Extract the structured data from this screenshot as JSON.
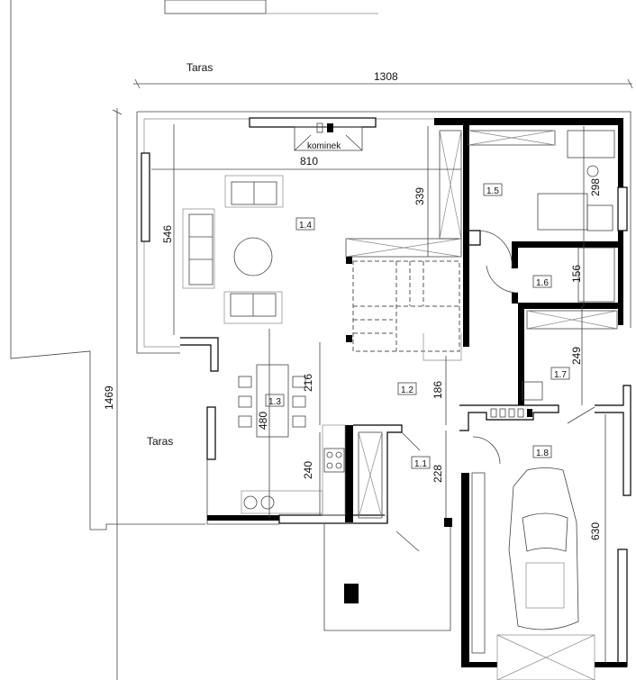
{
  "plan": {
    "terrace_labels": [
      "Taras",
      "Taras"
    ],
    "fireplace_label": "kominek",
    "overall_dimensions": {
      "width": "1308",
      "depth": "1469"
    },
    "rooms": [
      {
        "id": "1.1"
      },
      {
        "id": "1.2"
      },
      {
        "id": "1.3"
      },
      {
        "id": "1.4"
      },
      {
        "id": "1.5"
      },
      {
        "id": "1.6"
      },
      {
        "id": "1.7"
      },
      {
        "id": "1.8"
      }
    ],
    "dimensions": {
      "living_width": "810",
      "living_depth": "546",
      "stair_depth": "339",
      "room_1_5": "298",
      "room_1_6": "156",
      "room_1_7": "249",
      "dining_216": "216",
      "hall_186": "186",
      "dining_480": "480",
      "kitchen_240": "240",
      "entry_228": "228",
      "garage_630": "630"
    }
  }
}
